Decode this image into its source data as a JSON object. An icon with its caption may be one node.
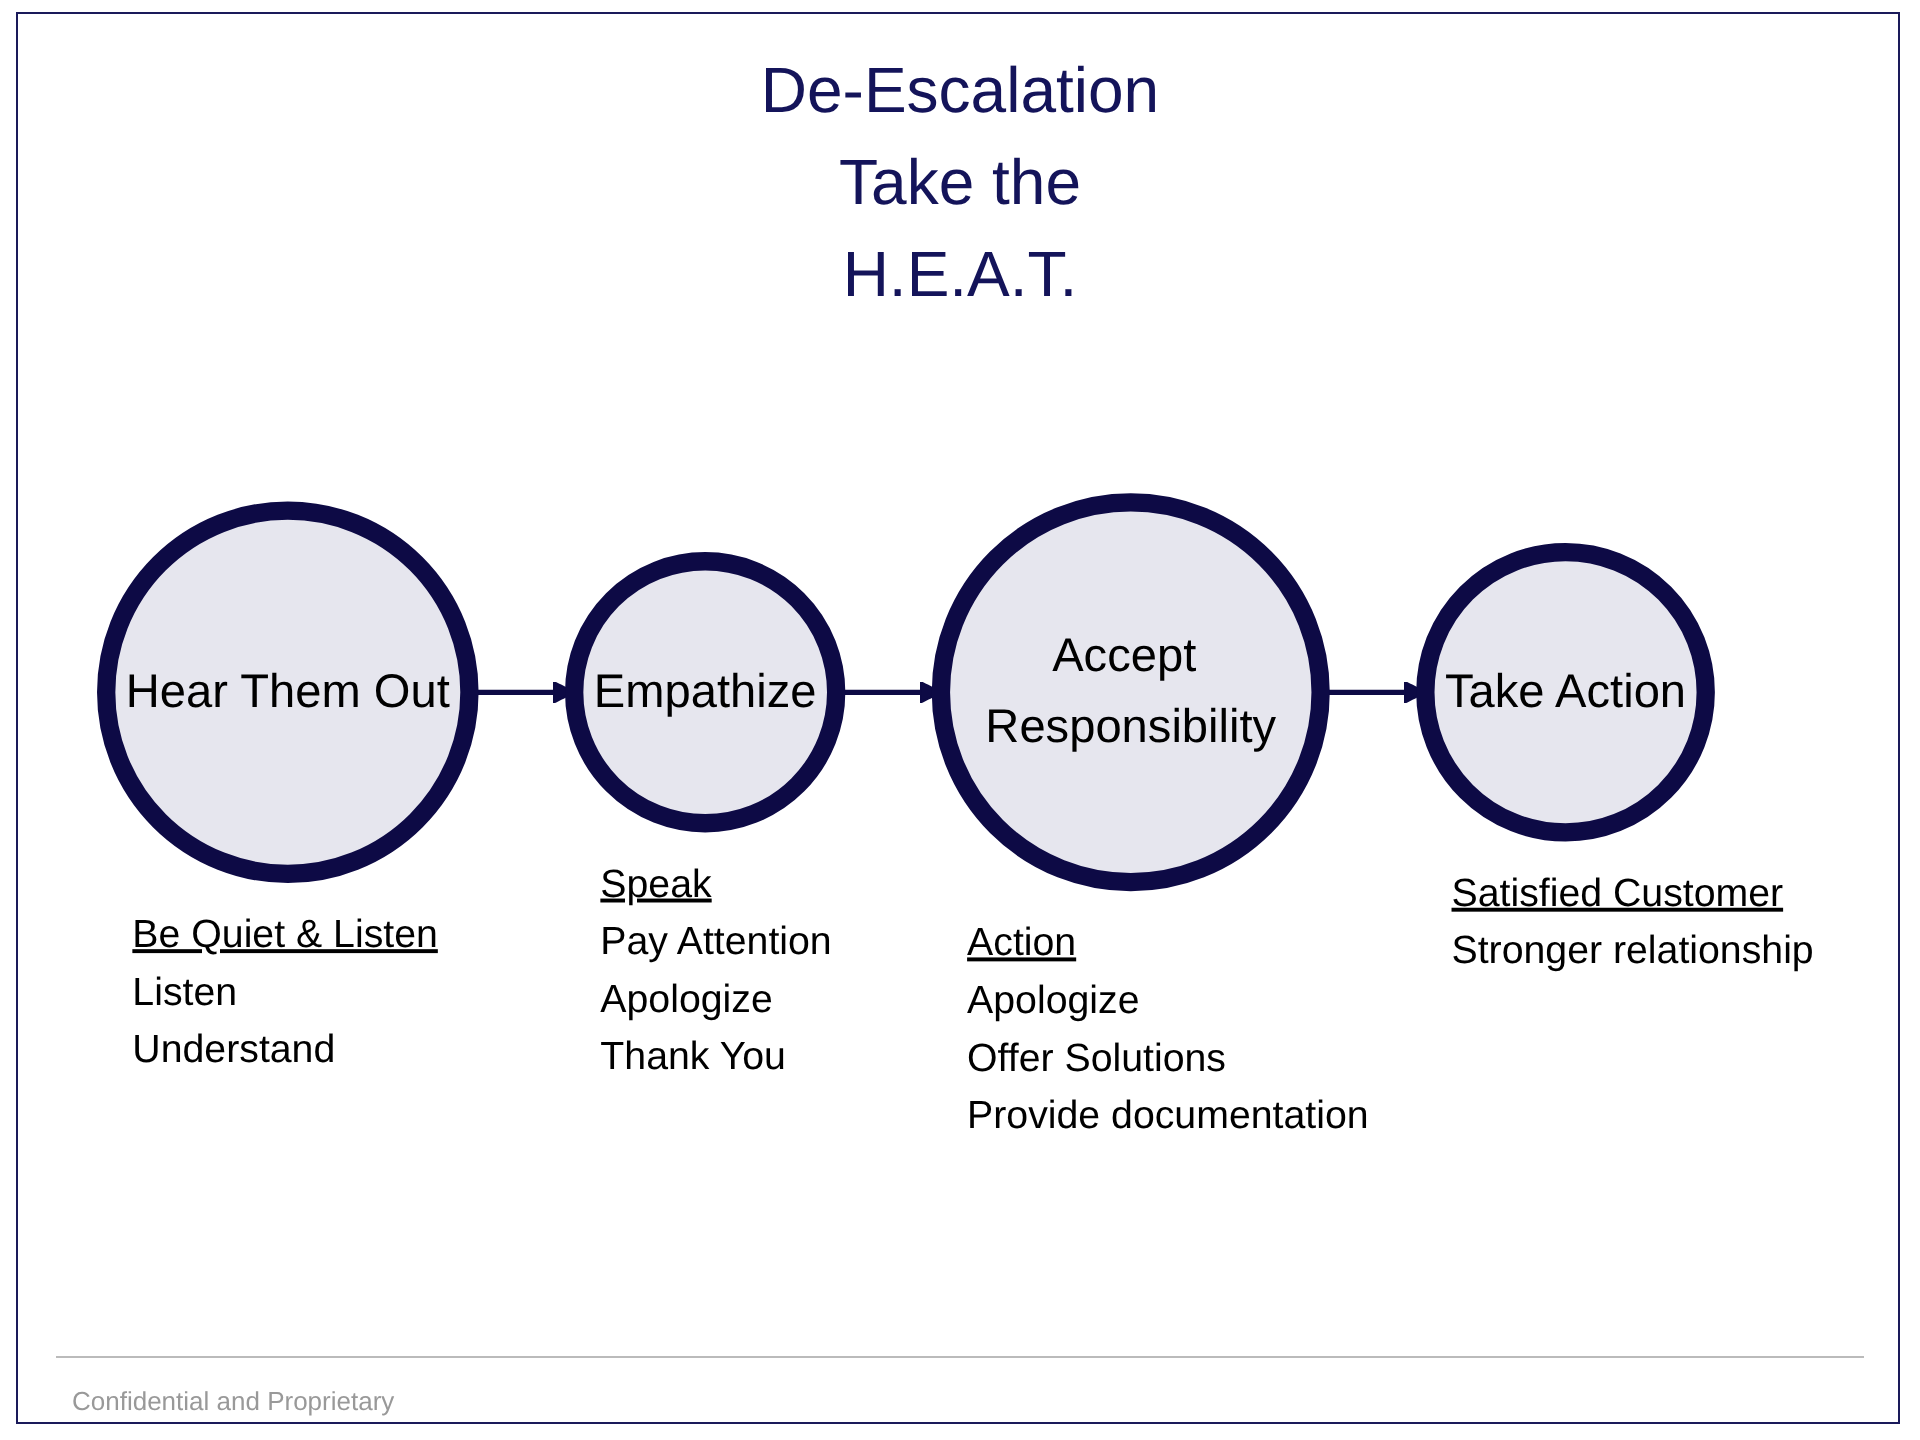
{
  "diagram": {
    "title": "De-Escalation Take the H.E.A.T.",
    "nodes": [
      {
        "text": [
          "Hear Them Out"
        ],
        "beside": [
          "Be Quiet & Listen",
          "Listen",
          "Understand"
        ]
      },
      {
        "text": [
          "Empathize"
        ],
        "beside": [
          "Speak",
          "Pay Attention",
          "Apologize",
          "Thank You"
        ]
      },
      {
        "text": [
          "Accept Responsibility"
        ],
        "beside": [
          "Action",
          "Apologize",
          "Offer Solutions",
          "Provide documentation"
        ]
      },
      {
        "text": [
          "Take Action"
        ],
        "beside": [
          "Satisfied Customer",
          "Stronger relationship"
        ]
      }
    ],
    "edges": [
      {
        "from": 0,
        "to": 1,
        "arrow": "to"
      },
      {
        "from": 1,
        "to": 2,
        "arrow": "to"
      },
      {
        "from": 2,
        "to": 3,
        "arrow": "to"
      }
    ],
    "labels": [
      "Confidential and Proprietary"
    ]
  }
}
